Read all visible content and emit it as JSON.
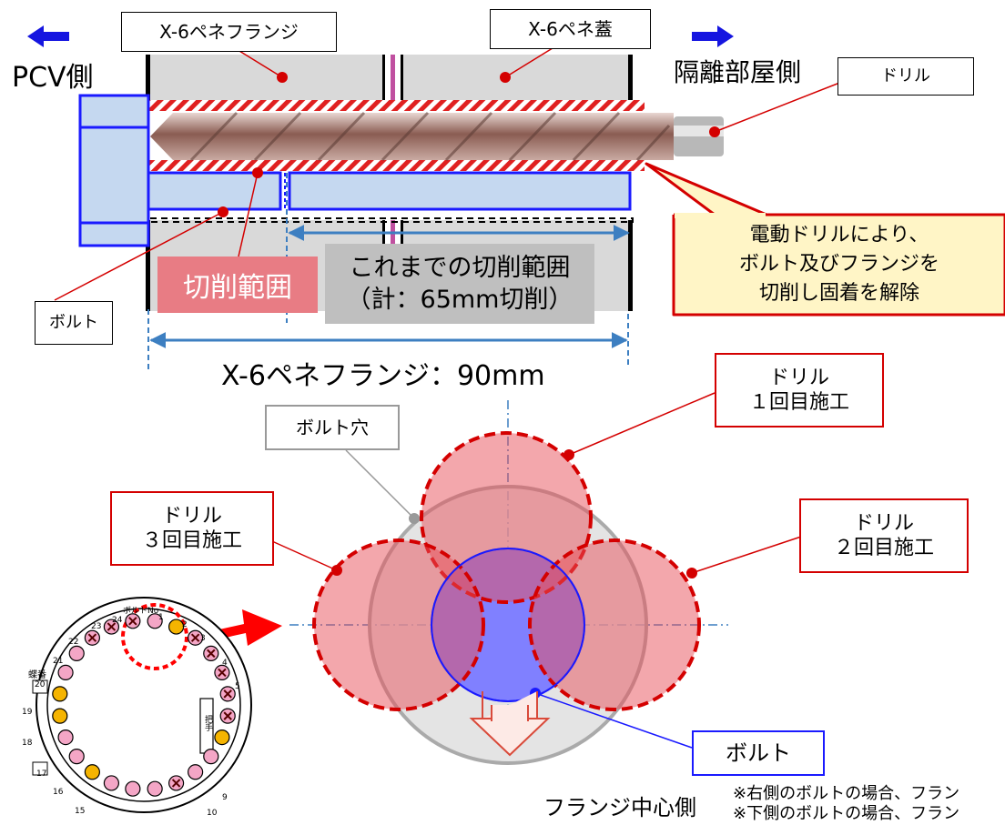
{
  "labels": {
    "flange_box": "X-6ペネフランジ",
    "lid_box": "X-6ペネ蓋",
    "pcv_side": "PCV側",
    "isolation_side": "隔離部屋側",
    "drill_box": "ドリル",
    "callout": "電動ドリルにより、\nボルト及びフランジを\n切削し固着を解除",
    "cut_range": "切削範囲",
    "cut_so_far": "これまでの切削範囲\n（計：65mm切削）",
    "bolt_box": "ボルト",
    "flange_dim": "X-6ペネフランジ：90mm",
    "drill_1": "ドリル\n１回目施工",
    "drill_2": "ドリル\n２回目施工",
    "drill_3": "ドリル\n３回目施工",
    "bolt_hole": "ボルト穴",
    "bolt_box2": "ボルト",
    "flange_center": "フランジ中心側",
    "note_1": "※右側のボルトの場合、フラン",
    "note_2": "※下側のボルトの場合、フラン",
    "bolt_no_label": "ボルトNo",
    "handle_label": "把手",
    "hinge_label": "蝶番"
  },
  "bolt_ring": {
    "numbers": [
      "1",
      "2",
      "3",
      "4",
      "5",
      "9",
      "10",
      "15",
      "16",
      "17",
      "18",
      "19",
      "20",
      "21",
      "22",
      "23",
      "24"
    ]
  },
  "colors": {
    "red": "#d40000",
    "blue": "#1a1aff",
    "bolt_fill": "#c5d8f0",
    "drill_red": "#e8505a",
    "pink": "#f4a6c6",
    "orange": "#f5b400",
    "callout_fill": "#fff5c6"
  }
}
